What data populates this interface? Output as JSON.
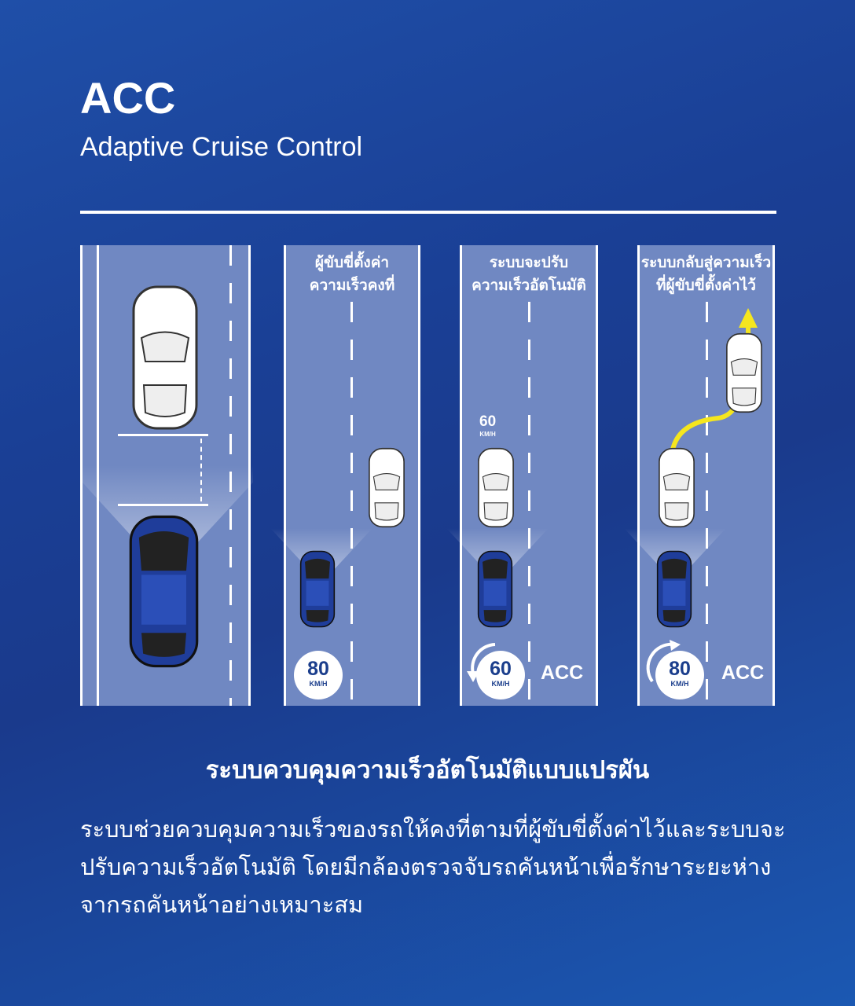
{
  "title": "ACC",
  "subtitle": "Adaptive Cruise Control",
  "panels": [
    {
      "caption_1": "",
      "caption_2": ""
    },
    {
      "caption_1": "ผู้ขับขี่ตั้งค่า",
      "caption_2": "ความเร็วคงที่",
      "speed": "80",
      "unit": "KM/H"
    },
    {
      "caption_1": "ระบบจะปรับ",
      "caption_2": "ความเร็วอัตโนมัติ",
      "speed": "60",
      "unit": "KM/H",
      "front_speed": "60",
      "front_unit": "KM/H",
      "mode": "ACC"
    },
    {
      "caption_1": "ระบบกลับสู่ความเร็ว",
      "caption_2": "ที่ผู้ขับขี่ตั้งค่าไว้",
      "speed": "80",
      "unit": "KM/H",
      "mode": "ACC"
    }
  ],
  "heading": "ระบบควบคุมความเร็วอัตโนมัติแบบแปรผัน",
  "body": "ระบบช่วยควบคุมความเร็วของรถให้คงที่ตามที่ผู้ขับขี่ตั้งค่าไว้และระบบจะปรับความเร็วอัตโนมัติ โดยมีกล้องตรวจจับรถคันหน้าเพื่อรักษาระยะห่างจากรถคันหน้าอย่างเหมาะสม",
  "colors": {
    "panel": "#7088c2",
    "own_car": "#1f3d9a",
    "arrow": "#f5e61e"
  }
}
